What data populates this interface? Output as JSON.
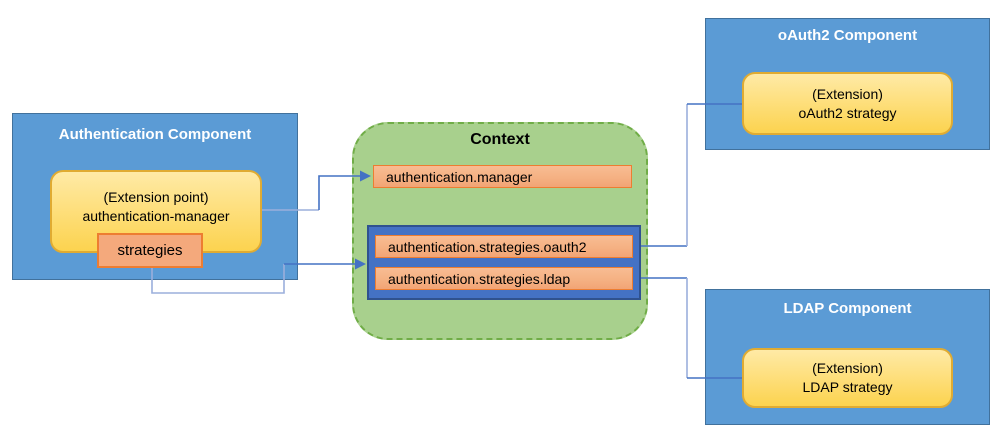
{
  "diagram": {
    "auth_component": {
      "title": "Authentication Component",
      "extension_point": {
        "line1": "(Extension point)",
        "line2": "authentication-manager"
      },
      "strategies_label": "strategies"
    },
    "context": {
      "title": "Context",
      "manager_entry": "authentication.manager",
      "strategy_entries": [
        "authentication.strategies.oauth2",
        "authentication.strategies.ldap"
      ]
    },
    "oauth2_component": {
      "title": "oAuth2 Component",
      "extension": {
        "line1": "(Extension)",
        "line2": "oAuth2 strategy"
      }
    },
    "ldap_component": {
      "title": "LDAP Component",
      "extension": {
        "line1": "(Extension)",
        "line2": "LDAP strategy"
      }
    }
  },
  "colors": {
    "component_fill": "#5b9bd5",
    "component_border": "#41719c",
    "component_title": "#ffffff",
    "extension_fill_top": "#ffeaa6",
    "extension_fill_bottom": "#fcd34f",
    "extension_border": "#e0ab32",
    "entry_fill": "#f5b183",
    "entry_border": "#ed7d31",
    "strategies_fill": "#f4a97c",
    "context_fill": "#a8d08d",
    "context_border": "#70ad47",
    "container_fill": "#4472c4",
    "container_border": "#2f528f",
    "connector": "#4472c4",
    "connector_light": "#9bafdc",
    "text": "#000000"
  }
}
